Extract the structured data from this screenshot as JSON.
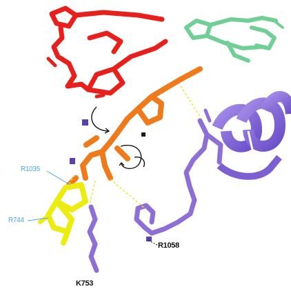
{
  "labels": {
    "residue_a": "R1035",
    "residue_b": "R744",
    "residue_c": "R1058",
    "residue_d": "K753"
  },
  "colors": {
    "red_molecule": "#e8201c",
    "green_molecule": "#6fcf95",
    "orange_molecule": "#ef7a1c",
    "yellow_molecule": "#ecec10",
    "purple_protein": "#8e6fd6",
    "dark_purple": "#5a3fb0",
    "label_blue": "#4aa8e0",
    "hbond_dash": "#f2e23a"
  },
  "icons": [
    "molecule-render",
    "curved-arrow-icon",
    "hydrogen-bond-dash"
  ]
}
